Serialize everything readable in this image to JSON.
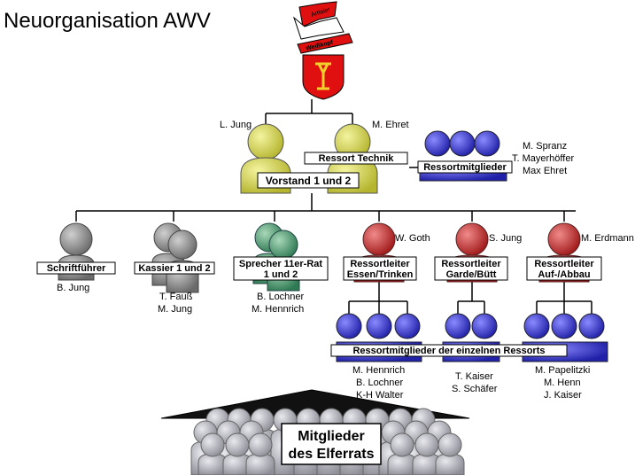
{
  "title": "Neuorganisation AWV",
  "emblem": {
    "cap_text": "Artlaier",
    "band_text": "Weißkopf"
  },
  "vorstand": {
    "left_name": "L. Jung",
    "right_name": "M. Ehret",
    "box_label": "Vorstand 1 und 2",
    "ressort_technik_label": "Ressort Technik"
  },
  "technik_members": {
    "box_label": "Ressortmitglieder",
    "names": [
      "M. Spranz",
      "T. Mayerhöffer",
      "Max Ehret"
    ]
  },
  "departments": [
    {
      "label_line1": "Schriftführer",
      "label_line2": "",
      "names": [
        "B. Jung"
      ],
      "head": "",
      "color": "#8a8a8a"
    },
    {
      "label_line1": "Kassier 1 und 2",
      "label_line2": "",
      "names": [
        "T. Fauß",
        "M. Jung"
      ],
      "head": "",
      "color": "#8a8a8a"
    },
    {
      "label_line1": "Sprecher 11er-Rat",
      "label_line2": "1 und 2",
      "names": [
        "B. Lochner",
        "M. Hennrich"
      ],
      "head": "",
      "color": "#4f9a74"
    },
    {
      "label_line1": "Ressortleiter",
      "label_line2": "Essen/Trinken",
      "names": [],
      "head": "W. Goth",
      "color": "#c83232"
    },
    {
      "label_line1": "Ressortleiter",
      "label_line2": "Garde/Bütt",
      "names": [],
      "head": "S. Jung",
      "color": "#c83232"
    },
    {
      "label_line1": "Ressortleiter",
      "label_line2": "Auf-/Abbau",
      "names": [],
      "head": "M. Erdmann",
      "color": "#c83232"
    }
  ],
  "ressort_members": {
    "box_label": "Ressortmitglieder der einzelnen Ressorts",
    "groups": [
      [
        "M. Hennrich",
        "B. Lochner",
        "K-H Walter"
      ],
      [
        "T. Kaiser",
        "S. Schäfer"
      ],
      [
        "M. Papelitzki",
        "M. Henn",
        "J. Kaiser"
      ]
    ]
  },
  "elferrat": {
    "line1": "Mitglieder",
    "line2": "des Elferrats"
  },
  "colors": {
    "yellow": "#d4d44a",
    "blue": "#3a3ad0",
    "grey": "#8a8a8a",
    "green": "#4f9a74",
    "red": "#c83232",
    "lightgrey": "#b8b8c0",
    "emblem_red": "#e01010"
  }
}
